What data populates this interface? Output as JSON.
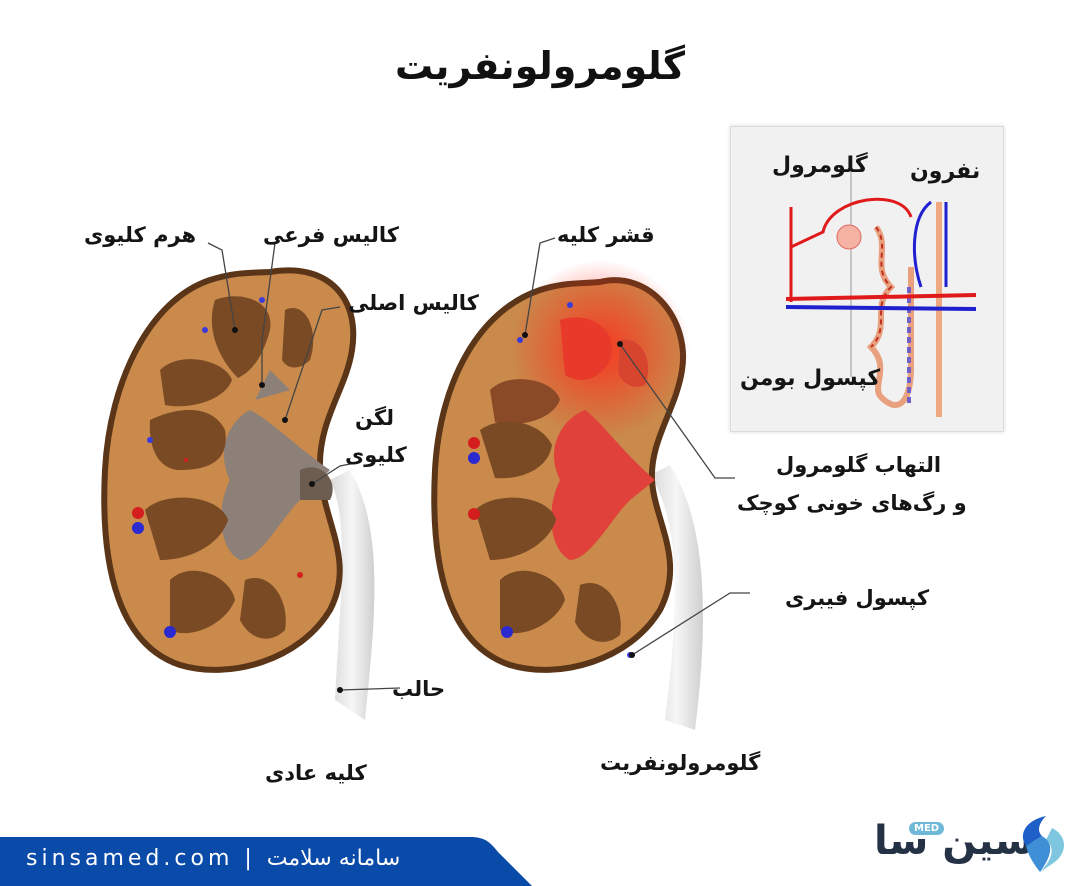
{
  "title": "گلومرولونفریت",
  "normal_kidney": {
    "caption": "کلیه عادی",
    "labels": {
      "renal_pyramid": "هرم کلیوی",
      "minor_calyx": "کالیس فرعی",
      "major_calyx": "کالیس اصلی",
      "renal_pelvis_line1": "لگن",
      "renal_pelvis_line2": "کلیوی",
      "ureter": "حالب"
    }
  },
  "diseased_kidney": {
    "caption": "گلومرولونفریت",
    "labels": {
      "renal_cortex": "قشر کلیه",
      "inflammation_line1": "التهاب گلومرول",
      "inflammation_line2": "و رگ‌های خونی کوچک",
      "fibrous_capsule": "کپسول فیبری"
    }
  },
  "inset": {
    "labels": {
      "nephron": "نفرون",
      "glomerulus": "گلومرول",
      "bowman_capsule": "کپسول بومن"
    }
  },
  "footer": {
    "site": "sinsamed.com",
    "separator": "|",
    "tagline": "سامانه سلامت",
    "banner_color": "#0a4aa8"
  },
  "logo": {
    "name": "سین سا",
    "badge": "MED",
    "colors": [
      "#1f5fc8",
      "#3e8fd6",
      "#7ec6e0"
    ]
  },
  "colors": {
    "kidney_cortex": "#c98a4b",
    "kidney_outline": "#5a3518",
    "pyramid": "#7a4a24",
    "pelvis_normal": "#8c8078",
    "pelvis_inflamed": "#e0413a",
    "artery": "#e02020",
    "vein": "#2a2ad0"
  }
}
